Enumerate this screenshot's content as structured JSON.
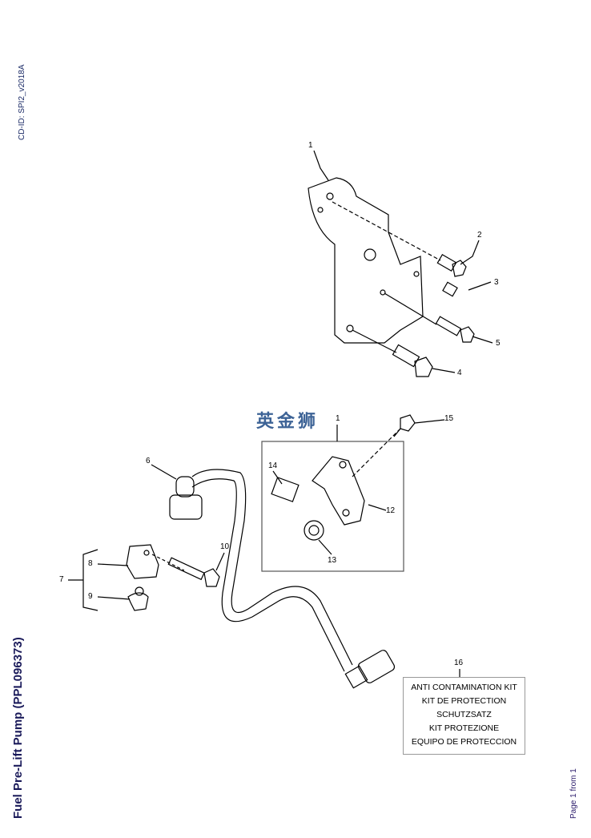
{
  "cd_id": "CD-ID: SPI2_v2018A",
  "title": "Fuel Pre-Lift Pump (PPL096373)",
  "page_label": "Page 1 from 1",
  "watermark": "英金狮",
  "callouts": [
    "1",
    "2",
    "3",
    "4",
    "5",
    "1",
    "6",
    "7",
    "8",
    "9",
    "10",
    "12",
    "13",
    "14",
    "15",
    "16"
  ],
  "kit": {
    "lines": [
      "ANTI CONTAMINATION KIT",
      "KIT DE PROTECTION",
      "SCHUTZSATZ",
      "KIT PROTEZIONE",
      "EQUIPO DE PROTECCION"
    ]
  }
}
